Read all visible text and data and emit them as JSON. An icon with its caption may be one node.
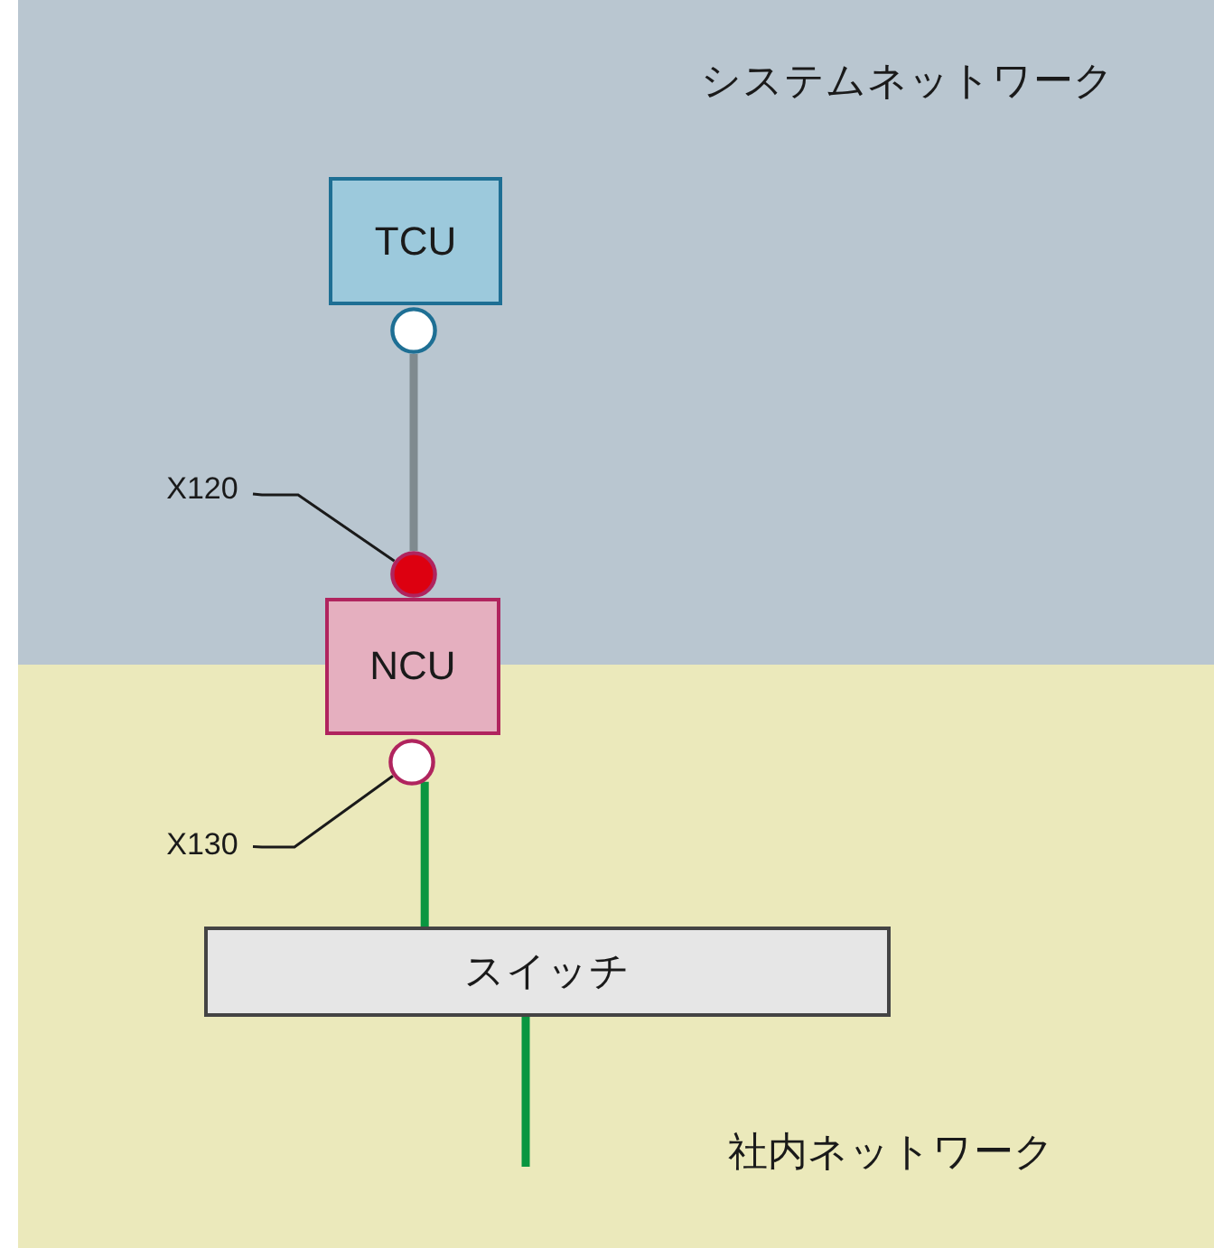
{
  "diagram": {
    "nodes": [
      {
        "text": [
          "システムネットワーク"
        ]
      },
      {
        "text": [
          "社内ネットワーク"
        ]
      },
      {
        "text": [
          "TCU"
        ],
        "in": 0
      },
      {
        "text": [],
        "shape": "circle",
        "in": 0
      },
      {
        "text": [
          "X120"
        ],
        "in": 0
      },
      {
        "text": [],
        "shape": "circle",
        "in": 0
      },
      {
        "text": [
          "NCU"
        ]
      },
      {
        "text": [],
        "shape": "circle",
        "in": 1
      },
      {
        "text": [
          "X130"
        ],
        "in": 1
      },
      {
        "text": [
          "スイッチ"
        ],
        "in": 1
      }
    ],
    "edges": [
      {
        "from": 3,
        "to": 5,
        "arrow": "none",
        "color": "#7f8a8f"
      },
      {
        "from": 4,
        "to": 5,
        "arrow": "none",
        "color": "#1a1a1a"
      },
      {
        "from": 7,
        "to": 9,
        "arrow": "none",
        "color": "#0a9640"
      },
      {
        "from": 8,
        "to": 7,
        "arrow": "none",
        "color": "#1a1a1a"
      },
      {
        "from": 9,
        "to": null,
        "arrow": "none",
        "color": "#0a9640"
      }
    ]
  }
}
